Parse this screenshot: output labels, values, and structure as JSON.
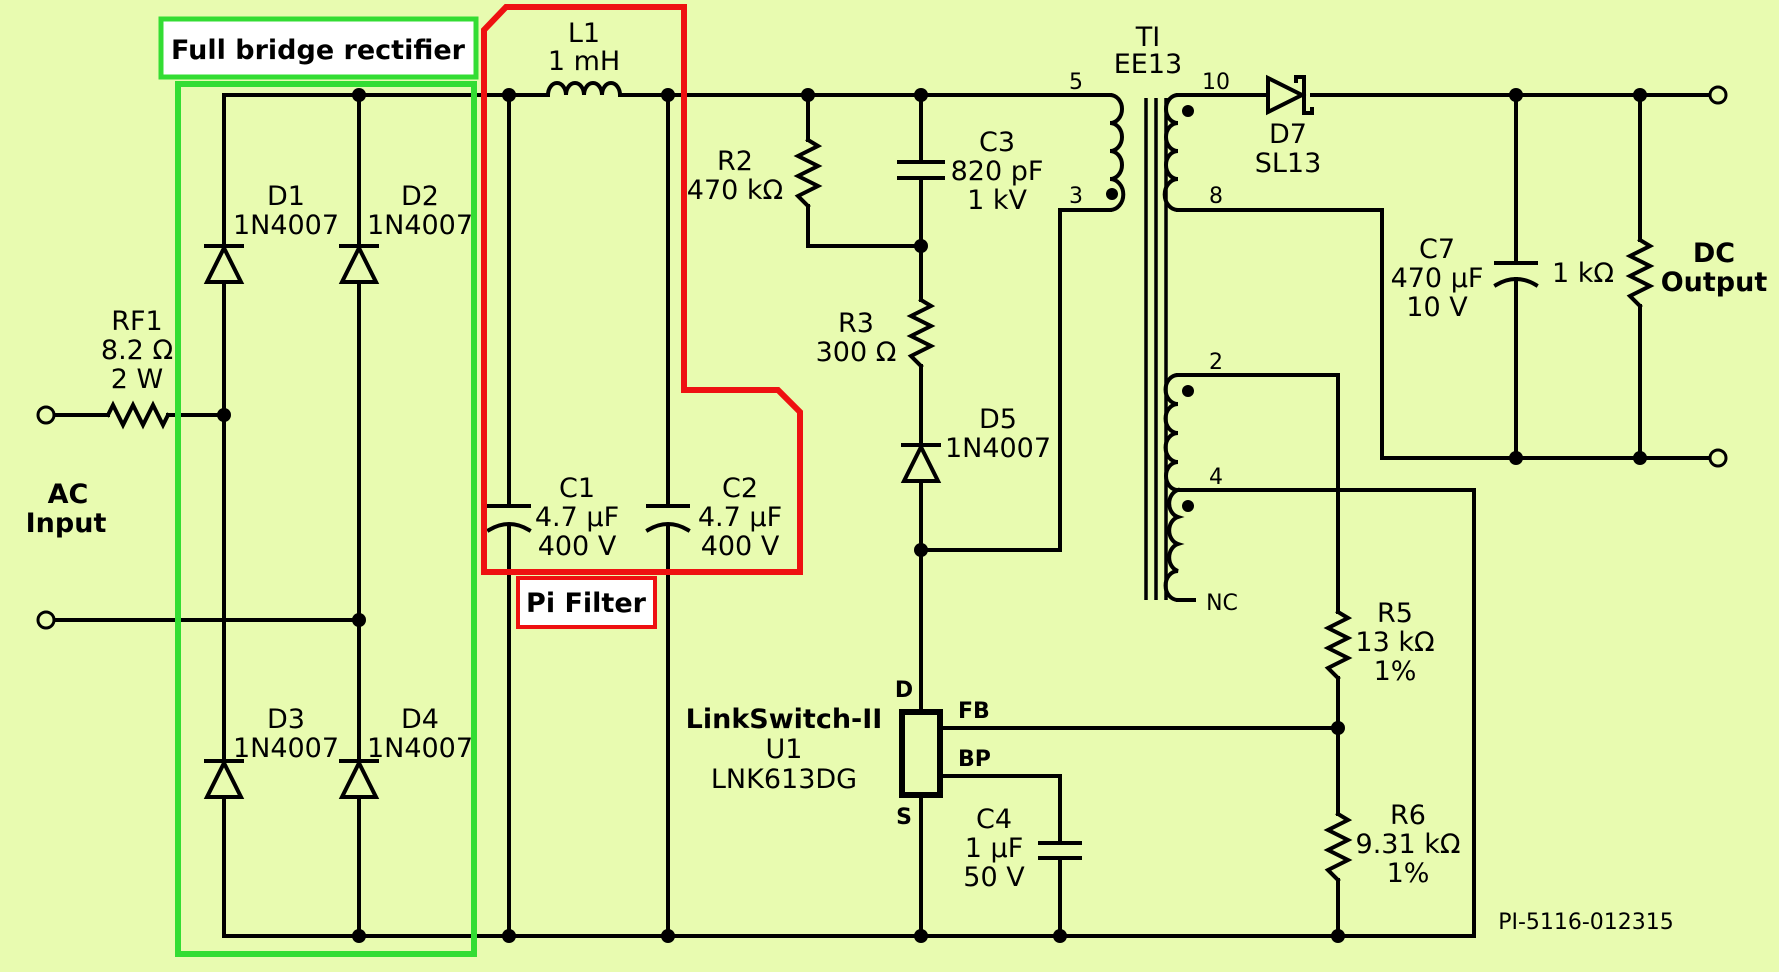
{
  "diagram": {
    "background_color": "#e8fbb0",
    "highlight_green": "#33dd33",
    "highlight_red": "#ee1111",
    "sections": {
      "rectifier": "Full bridge rectifier",
      "pi_filter": "Pi Filter"
    },
    "ports": {
      "ac_input": [
        "AC",
        "Input"
      ],
      "dc_output": [
        "DC",
        "Output"
      ]
    },
    "components": {
      "rf1": [
        "RF1",
        "8.2 Ω",
        "2 W"
      ],
      "d1": [
        "D1",
        "1N4007"
      ],
      "d2": [
        "D2",
        "1N4007"
      ],
      "d3": [
        "D3",
        "1N4007"
      ],
      "d4": [
        "D4",
        "1N4007"
      ],
      "l1": [
        "L1",
        "1 mH"
      ],
      "c1": [
        "C1",
        "4.7 µF",
        "400 V"
      ],
      "c2": [
        "C2",
        "4.7 µF",
        "400 V"
      ],
      "r2": [
        "R2",
        "470 kΩ"
      ],
      "c3": [
        "C3",
        "820 pF",
        "1 kV"
      ],
      "r3": [
        "R3",
        "300 Ω"
      ],
      "d5": [
        "D5",
        "1N4007"
      ],
      "t1": [
        "TI",
        "EE13"
      ],
      "d7": [
        "D7",
        "SL13"
      ],
      "c7": [
        "C7",
        "470 µF",
        "10 V"
      ],
      "rload": [
        "1 kΩ"
      ],
      "r5": [
        "R5",
        "13 kΩ",
        "1%"
      ],
      "r6": [
        "R6",
        "9.31 kΩ",
        "1%"
      ],
      "c4": [
        "C4",
        "1 µF",
        "50 V"
      ],
      "u1": [
        "LinkSwitch-II",
        "U1",
        "LNK613DG"
      ]
    },
    "pins": {
      "d": "D",
      "s": "S",
      "fb": "FB",
      "bp": "BP",
      "t5": "5",
      "t3": "3",
      "t10": "10",
      "t8": "8",
      "t2": "2",
      "t4": "4",
      "nc": "NC"
    },
    "part_number": "PI-5116-012315"
  }
}
